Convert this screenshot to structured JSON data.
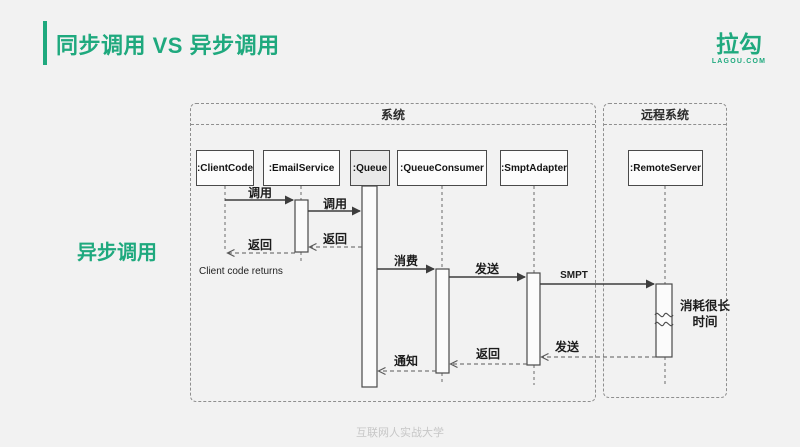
{
  "slide": {
    "title": "同步调用 VS 异步调用",
    "side_label": "异步调用",
    "footer": "互联网人实战大学",
    "logo_text": "拉勾",
    "logo_subtext": "LAGOU.COM"
  },
  "colors": {
    "accent": "#1fa97e",
    "background": "#f2f2f2",
    "diagram_line": "#3d3d3d",
    "frame_dash": "#8f8f8f",
    "footer_text": "#c7c7c7"
  },
  "diagram": {
    "frames": {
      "system": "系统",
      "remote": "远程系统"
    },
    "actors": {
      "client": ":ClientCode",
      "email": ":EmailService",
      "queue": ":Queue",
      "consumer": ":QueueConsumer",
      "smpt": ":SmptAdapter",
      "remote": ":RemoteServer"
    },
    "messages": {
      "call1": "调用",
      "call2": "调用",
      "return1": "返回",
      "return2": "返回",
      "consume": "消费",
      "send1": "发送",
      "smpt": "SMPT",
      "send2": "发送",
      "return3": "返回",
      "notify": "通知"
    },
    "notes": {
      "client_returns": "Client code returns",
      "long_time": "消耗很长\n时间"
    }
  }
}
